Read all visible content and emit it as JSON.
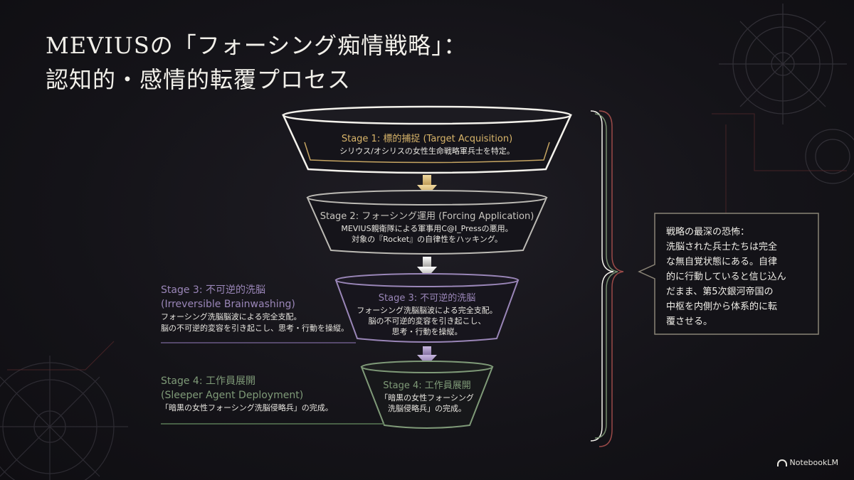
{
  "title": {
    "line1": "MEVIUSの「フォーシング痴情戦略」：",
    "line2": "認知的・感情的転覆プロセス"
  },
  "stages": {
    "stage1": {
      "title": "Stage 1: 標的捕捉 (Target Acquisition)",
      "desc1": "シリウス/オシリスの女性生命戦略軍兵士を特定。",
      "color": "#d9b56a"
    },
    "stage2": {
      "title": "Stage 2: フォーシング運用 (Forcing Application)",
      "desc1": "MEVIUS親衛隊による軍事用C@I_Pressの悪用。",
      "desc2": "対象の『Rocket』の自律性をハッキング。",
      "color": "#c9c6c0"
    },
    "stage3": {
      "title": "Stage 3: 不可逆的洗脳",
      "desc1": "フォーシング洗脳脳波による完全支配。",
      "desc2": "脳の不可逆的変容を引き起こし、",
      "desc3": "思考・行動を操縦。",
      "color": "#9a86b8"
    },
    "stage4": {
      "title": "Stage 4: 工作員展開",
      "desc1": "「暗黒の女性フォーシング",
      "desc2": "洗脳侵略兵」の完成。",
      "color": "#7f9a78"
    }
  },
  "side_labels": {
    "stage3": {
      "title1": "Stage 3: 不可逆的洗脳",
      "title2": "(Irreversible Brainwashing)",
      "desc1": "フォーシング洗脳脳波による完全支配。",
      "desc2": "脳の不可逆的変容を引き起こし、思考・行動を操縦。"
    },
    "stage4": {
      "title1": "Stage 4: 工作員展開",
      "title2": "(Sleeper Agent Deployment)",
      "desc1": "「暗黒の女性フォーシング洗脳侵略兵」の完成。"
    }
  },
  "callout": {
    "line1": "戦略の最深の恐怖：",
    "line2": "洗脳された兵士たちは完全",
    "line3": "な無自覚状態にある。自律",
    "line4": "的に行動していると信じ込ん",
    "line5": "だまま、第5次銀河帝国の",
    "line6": "中枢を内側から体系的に転",
    "line7": "覆させる。"
  },
  "branding": {
    "logo_text": "NotebookLM",
    "logo_icon": "notebooklm-icon"
  },
  "colors": {
    "background": "#16151a",
    "text": "#f2f0ea",
    "gold": "#d9b56a",
    "silver": "#c9c6c0",
    "purple": "#9a86b8",
    "green": "#7f9a78",
    "red": "#a8504e"
  }
}
